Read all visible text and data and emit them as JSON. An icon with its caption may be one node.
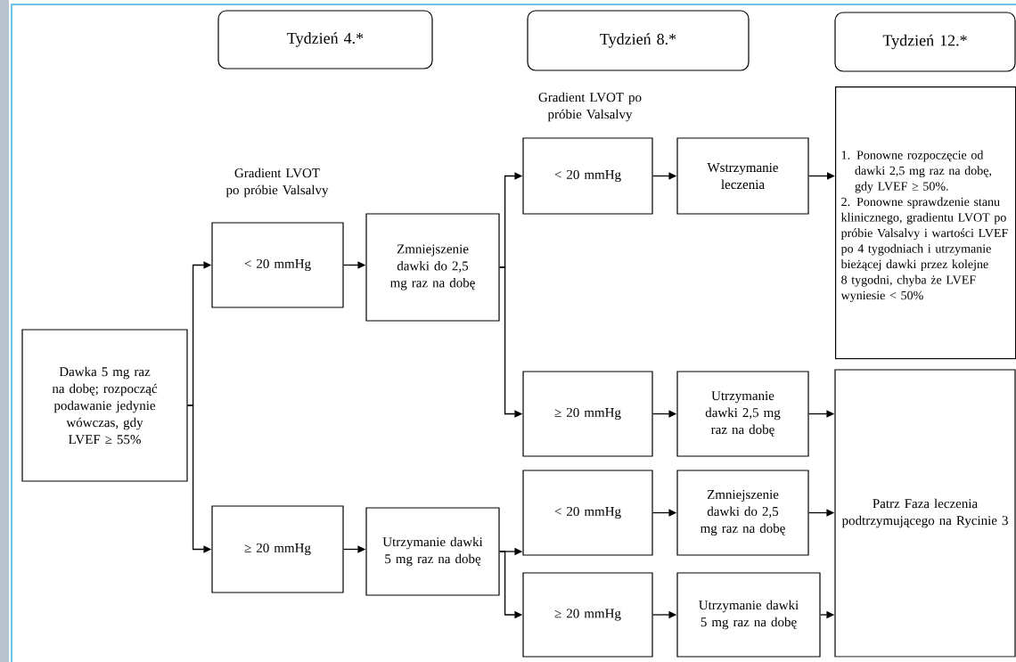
{
  "diagram": {
    "nodes": [
      {
        "text": [
          "Tydzień 4.*"
        ]
      },
      {
        "text": [
          "Tydzień 8.*"
        ]
      },
      {
        "text": [
          "Tydzień 12.*"
        ]
      },
      {
        "text": [
          "Dawka 5 mg raz na dobę; rozpocząć podawanie jedynie wówczas, gdy LVEF ≥ 55%"
        ]
      },
      {
        "text": [
          "< 20 mmHg"
        ]
      },
      {
        "text": [
          "Zmniejszenie dawki do 2,5 mg raz na dobę"
        ]
      },
      {
        "text": [
          "≥ 20 mmHg"
        ]
      },
      {
        "text": [
          "Utrzymanie dawki 5 mg raz na dobę"
        ]
      },
      {
        "text": [
          "< 20 mmHg"
        ]
      },
      {
        "text": [
          "Wstrzymanie leczenia"
        ]
      },
      {
        "text": [
          "≥ 20 mmHg"
        ]
      },
      {
        "text": [
          "Utrzymanie dawki 2,5 mg raz na dobę"
        ]
      },
      {
        "text": [
          "< 20 mmHg"
        ]
      },
      {
        "text": [
          "Zmniejszenie dawki do 2,5 mg raz na dobę"
        ]
      },
      {
        "text": [
          "≥ 20 mmHg"
        ]
      },
      {
        "text": [
          "Utrzymanie dawki 5 mg raz na dobę"
        ]
      },
      {
        "text": [
          "1. Ponowne rozpoczęcie od dawki 2,5 mg raz na dobę, gdy LVEF ≥ 50%.",
          "2. Ponowne sprawdzenie stanu klinicznego, gradientu LVOT po próbie Valsalvy i wartości LVEF po 4 tygodniach i utrzymanie bieżącej dawki przez kolejne 8 tygodni, chyba że LVEF wyniesie < 50%"
        ]
      },
      {
        "text": [
          "Patrz Faza leczenia podtrzymującego na Rycinie 3"
        ]
      }
    ],
    "edges": [
      {
        "from": 3,
        "to": 4,
        "arrow": "to"
      },
      {
        "from": 3,
        "to": 6,
        "arrow": "to"
      },
      {
        "from": 4,
        "to": 5,
        "arrow": "to"
      },
      {
        "from": 6,
        "to": 7,
        "arrow": "to"
      },
      {
        "from": 5,
        "to": 8,
        "arrow": "to"
      },
      {
        "from": 5,
        "to": 10,
        "arrow": "to"
      },
      {
        "from": 7,
        "to": 12,
        "arrow": "to"
      },
      {
        "from": 7,
        "to": 14,
        "arrow": "to"
      },
      {
        "from": 8,
        "to": 9,
        "arrow": "to"
      },
      {
        "from": 10,
        "to": 11,
        "arrow": "to"
      },
      {
        "from": 12,
        "to": 13,
        "arrow": "to"
      },
      {
        "from": 14,
        "to": 15,
        "arrow": "to"
      },
      {
        "from": 9,
        "to": 16,
        "arrow": "to"
      },
      {
        "from": 11,
        "to": 17,
        "arrow": "to"
      },
      {
        "from": 13,
        "to": 17,
        "arrow": "to"
      },
      {
        "from": 15,
        "to": 17,
        "arrow": "to"
      }
    ],
    "labels": [
      "Gradient LVOT po próbie Valsalvy",
      "Gradient LVOT po próbie Valsalvy"
    ]
  }
}
